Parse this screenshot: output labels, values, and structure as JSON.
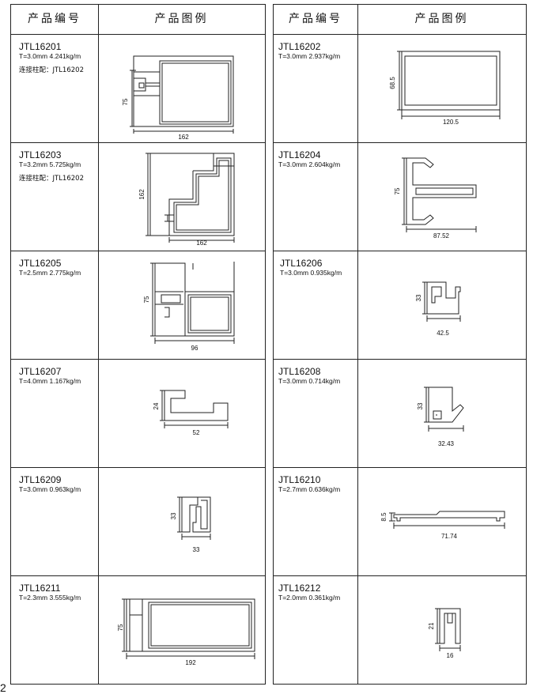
{
  "headers": {
    "code": "产品编号",
    "drawing": "产品图例"
  },
  "left": [
    {
      "code": "JTL16201",
      "spec": "T=3.0mm  4.241kg/m",
      "note": "连接柱配：JTL16202",
      "dims": [
        "75",
        "162"
      ]
    },
    {
      "code": "JTL16203",
      "spec": "T=3.2mm  5.725kg/m",
      "note": "连接柱配：JTL16202",
      "dims": [
        "162",
        "162"
      ]
    },
    {
      "code": "JTL16205",
      "spec": "T=2.5mm  2.775kg/m",
      "dims": [
        "75",
        "96"
      ]
    },
    {
      "code": "JTL16207",
      "spec": "T=4.0mm  1.167kg/m",
      "dims": [
        "24",
        "52"
      ]
    },
    {
      "code": "JTL16209",
      "spec": "T=3.0mm   0.963kg/m",
      "dims": [
        "33",
        "33"
      ]
    },
    {
      "code": "JTL16211",
      "spec": "T=2.3mm  3.555kg/m",
      "dims": [
        "75",
        "192"
      ]
    }
  ],
  "right": [
    {
      "code": "JTL16202",
      "spec": "T=3.0mm  2.937kg/m",
      "dims": [
        "68.5",
        "120.5"
      ]
    },
    {
      "code": "JTL16204",
      "spec": "T=3.0mm  2.604kg/m",
      "dims": [
        "75",
        "87.52"
      ]
    },
    {
      "code": "JTL16206",
      "spec": "T=3.0mm  0.935kg/m",
      "dims": [
        "33",
        "42.5"
      ]
    },
    {
      "code": "JTL16208",
      "spec": "T=3.0mm  0.714kg/m",
      "dims": [
        "33",
        "32.43"
      ]
    },
    {
      "code": "JTL16210",
      "spec": "T=2.7mm  0.636kg/m",
      "dims": [
        "8.5",
        "71.74"
      ]
    },
    {
      "code": "JTL16212",
      "spec": "T=2.0mm  0.361kg/m",
      "dims": [
        "21",
        "16"
      ]
    }
  ],
  "page_number": "2"
}
